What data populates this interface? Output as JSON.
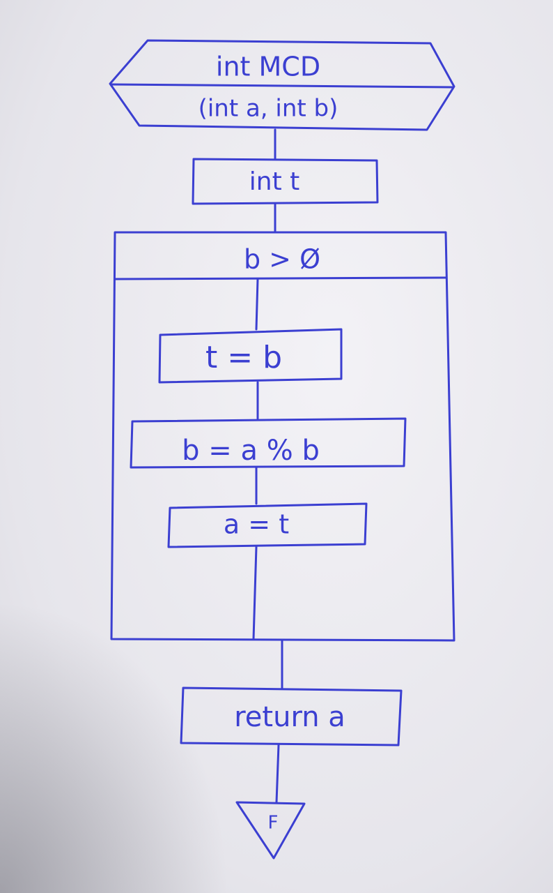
{
  "diagram": {
    "ink_color": "#3b3fd1",
    "header": {
      "name_line": "int MCD",
      "params_line": "(int a, int b)"
    },
    "declaration": "int t",
    "loop": {
      "condition": "b > Ø",
      "body": [
        "t = b",
        "b = a % b",
        "a = t"
      ]
    },
    "return_stmt": "return a",
    "terminator": "F"
  }
}
